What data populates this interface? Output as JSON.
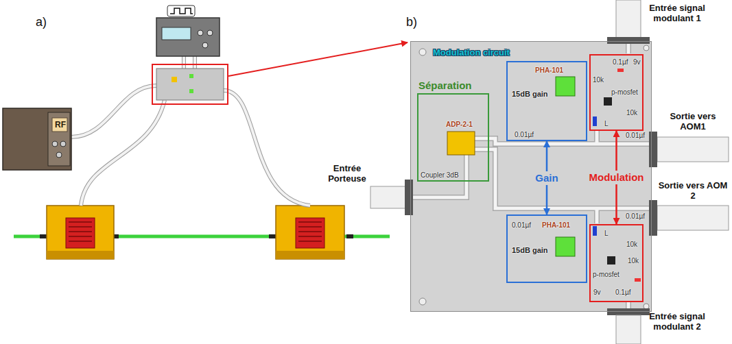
{
  "diagram": {
    "nodes": [
      {
        "text": [
          "Modulation circuit"
        ]
      },
      {
        "text": [
          "Séparation",
          "ADP-2-1",
          "Coupler 3dB"
        ],
        "in": 0
      },
      {
        "text": [
          "PHA-101",
          "15dB gain",
          "0.01µf"
        ],
        "in": 0
      },
      {
        "text": [
          "10k",
          "0.1µf",
          "9v",
          "p-mosfet",
          "10k",
          "L"
        ],
        "in": 0
      },
      {
        "text": [
          "0.01µf",
          "PHA-101",
          "15dB gain"
        ],
        "in": 0
      },
      {
        "text": [
          "L",
          "10k",
          "10k",
          "p-mosfet",
          "9v",
          "0.1µf"
        ],
        "in": 0
      }
    ],
    "edges": [
      {
        "from": 2,
        "to": 4,
        "label": "Gain",
        "arrow": "both"
      },
      {
        "from": 3,
        "to": 5,
        "label": "Modulation",
        "arrow": "both"
      }
    ],
    "labels": [
      "a)",
      "RF",
      "b)",
      "Entrée signal modulant 1",
      "Sortie vers AOM1",
      "Entrée Porteuse",
      "Sortie vers AOM 2",
      "Entrée signal modulant 2",
      "0.01µf",
      "0.01µf"
    ]
  }
}
